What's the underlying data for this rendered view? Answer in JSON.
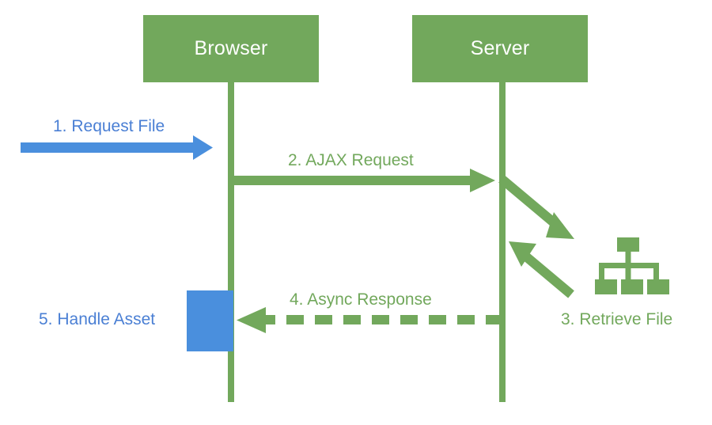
{
  "diagram": {
    "title": "AJAX asynchronous asset request sequence",
    "type": "sequence-diagram",
    "colors": {
      "green": "#72a85c",
      "blue": "#4a8fdd",
      "blue_text": "#4a7fd4",
      "white": "#ffffff",
      "background": "#ffffff"
    },
    "participants": [
      {
        "id": "browser",
        "label": "Browser"
      },
      {
        "id": "server",
        "label": "Server"
      }
    ],
    "messages": [
      {
        "number": "1",
        "label": "1. Request File",
        "color": "blue",
        "style": "solid",
        "direction": "right",
        "from": "external",
        "to": "browser"
      },
      {
        "number": "2",
        "label": "2. AJAX Request",
        "color": "green",
        "style": "solid",
        "direction": "right",
        "from": "browser",
        "to": "server"
      },
      {
        "number": "3",
        "label": "3. Retrieve File",
        "color": "green",
        "style": "solid",
        "direction": "round-trip",
        "from": "server",
        "to": "file-system"
      },
      {
        "number": "4",
        "label": "4. Async Response",
        "color": "green",
        "style": "dashed",
        "direction": "left",
        "from": "server",
        "to": "browser"
      },
      {
        "number": "5",
        "label": "5. Handle Asset",
        "color": "blue",
        "style": "activation",
        "direction": "none",
        "from": "browser",
        "to": "browser"
      }
    ],
    "icons": [
      {
        "id": "sitemap",
        "name": "sitemap-icon",
        "description": "file hierarchy"
      }
    ]
  }
}
